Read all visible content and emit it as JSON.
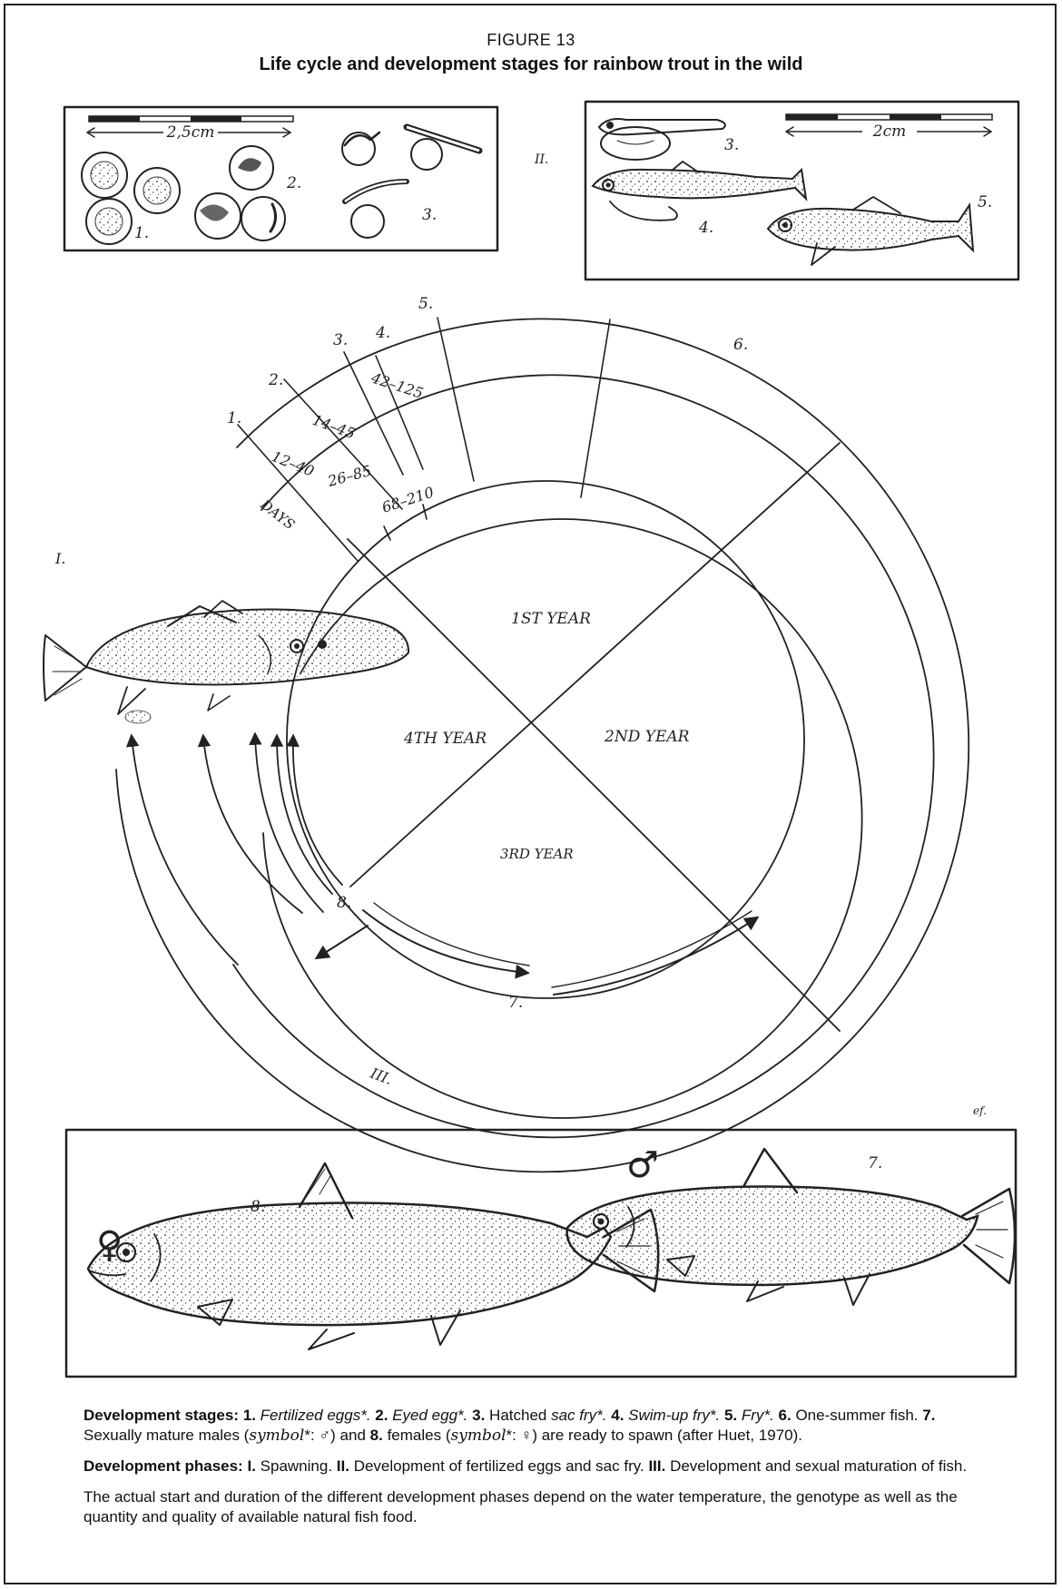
{
  "figure": {
    "label": "FIGURE 13",
    "title": "Life cycle and development stages for rainbow trout in the wild"
  },
  "top_left_panel": {
    "scale_label": "2,5cm",
    "stage_numbers": [
      "1.",
      "2.",
      "3."
    ]
  },
  "top_right_panel": {
    "phase_numeral": "II.",
    "scale_label": "2cm",
    "stage_numbers": [
      "3.",
      "4.",
      "5."
    ]
  },
  "cycle": {
    "stage_numbers": [
      "1.",
      "2.",
      "3.",
      "4.",
      "5.",
      "6."
    ],
    "day_ranges": [
      "12–40",
      "14–45",
      "42–125",
      "26–85",
      "68–210"
    ],
    "days_label": "DAYS",
    "year_labels": [
      "1ST YEAR",
      "2ND YEAR",
      "3RD YEAR",
      "4TH YEAR"
    ],
    "phase_numerals": [
      "I.",
      "III."
    ],
    "arrow_numbers": [
      "8.",
      "7."
    ],
    "signature": "ef."
  },
  "bottom_panel": {
    "female_number": "8.",
    "male_number": "7.",
    "female_symbol": "♀",
    "male_symbol": "♂"
  },
  "captions": {
    "stages": {
      "heading": "Development stages:",
      "n1": "1.",
      "t1": "Fertilized eggs*.",
      "n2": "2.",
      "t2": "Eyed egg*.",
      "n3": "3.",
      "t3a": "Hatched ",
      "t3b": "sac fry*.",
      "n4": "4.",
      "t4": "Swim-up fry*.",
      "n5": "5.",
      "t5": "Fry*.",
      "n6": "6.",
      "t6": "One-summer fish.",
      "n7": "7.",
      "t7a": "Sexually mature males (",
      "sym_word": "symbol",
      "t7b": "*: ♂) and ",
      "n8": "8.",
      "t8a": "females (",
      "t8b": "*: ♀) are ready to spawn (after Huet, 1970)."
    },
    "phases": {
      "heading": "Development phases:",
      "n1": "I.",
      "t1": "Spawning.",
      "n2": "II.",
      "t2": "Development of fertilized eggs and sac fry.",
      "n3": "III.",
      "t3": "Development and sexual maturation of fish."
    },
    "note": "The actual start and duration of the different development phases depend on the water temperature, the genotype as well as the quantity and quality of available natural fish food."
  }
}
